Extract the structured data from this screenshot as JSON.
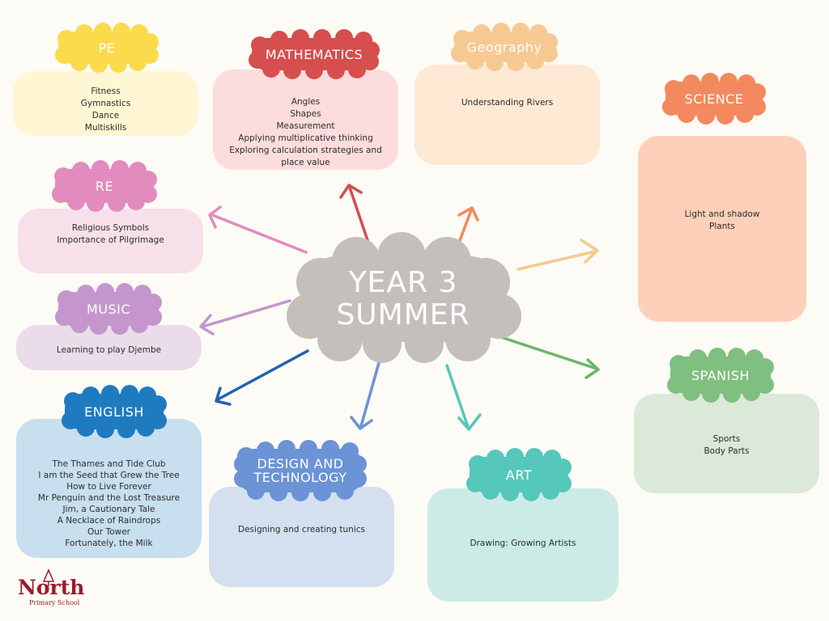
{
  "title": [
    "YEAR 3",
    "SUMMER"
  ],
  "center_color": "#c5bfbb",
  "subjects": {
    "pe": {
      "label": "PE",
      "color": "#fbdb4c",
      "box_color": "#fff6d3",
      "items": [
        "Fitness",
        "Gymnastics",
        "Dance",
        "Multiskills"
      ]
    },
    "mathematics": {
      "label": "MATHEMATICS",
      "color": "#d64e4e",
      "box_color": "#fcdcdc",
      "items": [
        "Angles",
        "Shapes",
        "Measurement",
        "Applying multiplicative thinking",
        "Exploring calculation strategies and",
        "place value"
      ]
    },
    "geography": {
      "label": "Geography",
      "color": "#f7c992",
      "box_color": "#fde9d4",
      "items": [
        "Understanding Rivers"
      ]
    },
    "science": {
      "label": "SCIENCE",
      "color": "#f4885e",
      "box_color": "#fed0b9",
      "items": [
        "Light and shadow",
        "Plants"
      ]
    },
    "re": {
      "label": "RE",
      "color": "#e28bbf",
      "box_color": "#f8e0ea",
      "items": [
        "Religious Symbols",
        "Importance of Pilgrimage"
      ]
    },
    "music": {
      "label": "MUSIC",
      "color": "#c496cd",
      "box_color": "#ebdcea",
      "items": [
        "Learning to play Djembe"
      ]
    },
    "spanish": {
      "label": "SPANISH",
      "color": "#7fbf7f",
      "box_color": "#dbe9d8",
      "items": [
        "Sports",
        "Body Parts"
      ]
    },
    "english": {
      "label": "ENGLISH",
      "color": "#1f7bc0",
      "box_color": "#c7dfee",
      "items": [
        "The Thames and Tide Club",
        "I am the Seed that Grew the Tree",
        "How to Live Forever",
        "Mr Penguin and the Lost Treasure",
        "Jim, a Cautionary Tale",
        "A Necklace of Raindrops",
        "Our Tower",
        "Fortunately, the Milk"
      ]
    },
    "design_technology": {
      "label": [
        "DESIGN AND",
        "TECHNOLOGY"
      ],
      "color": "#6b93d6",
      "box_color": "#d4e0ef",
      "items": [
        "Designing and creating tunics"
      ]
    },
    "art": {
      "label": "ART",
      "color": "#55c7bb",
      "box_color": "#cdebe6",
      "items": [
        "Drawing: Growing Artists"
      ]
    }
  },
  "arrow_colors": {
    "mathematics": "#d64e4e",
    "geography": "#f4885e",
    "science": "#f7c992",
    "re": "#e28bbf",
    "music": "#c496cd",
    "spanish": "#6cb56c",
    "english": "#1f63b0",
    "design_technology": "#6b93d6",
    "art": "#55c7bb"
  },
  "logo": {
    "name": "North",
    "subtitle": "Primary School",
    "color": "#9c1b2a"
  }
}
